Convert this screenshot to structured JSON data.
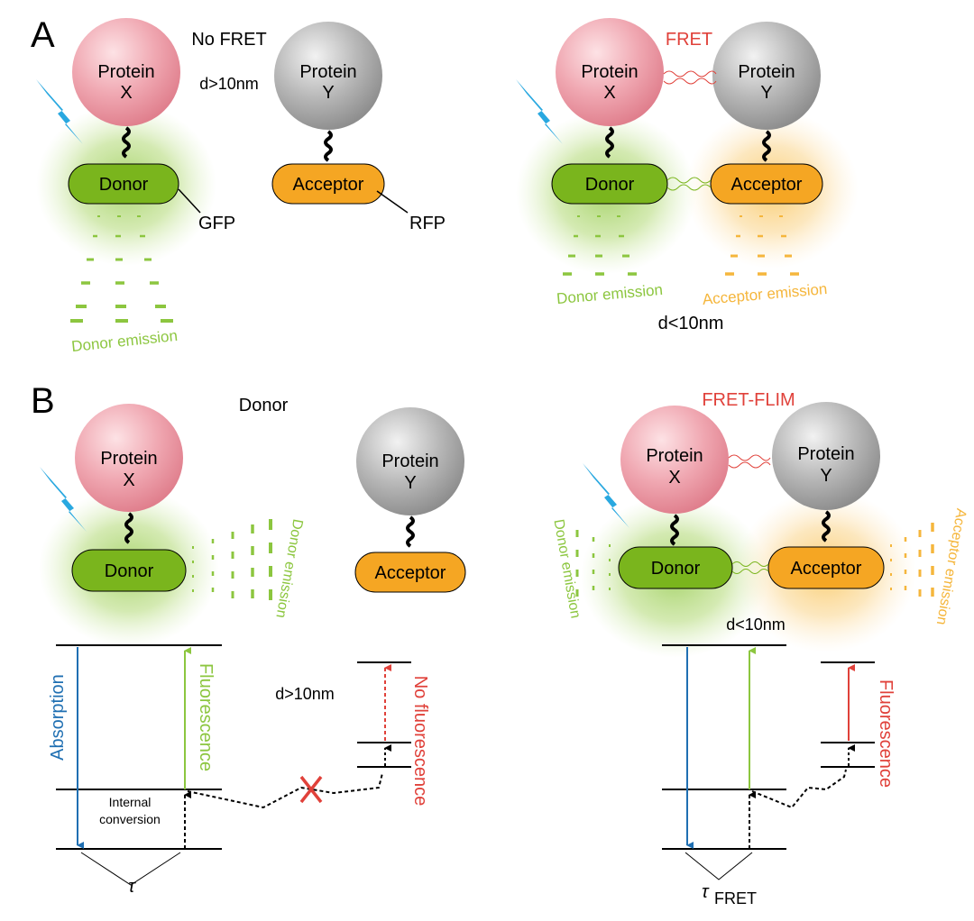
{
  "panels": {
    "A": {
      "letter": "A",
      "left": {
        "condition_label": "No FRET",
        "distance_label": "d>10nm",
        "protein_x": {
          "line1": "Protein",
          "line2": "X"
        },
        "protein_y": {
          "line1": "Protein",
          "line2": "Y"
        },
        "donor_label": "Donor",
        "acceptor_label": "Acceptor",
        "gfp_label": "GFP",
        "rfp_label": "RFP",
        "donor_emission_label": "Donor emission"
      },
      "right": {
        "condition_label": "FRET",
        "distance_label": "d<10nm",
        "protein_x": {
          "line1": "Protein",
          "line2": "X"
        },
        "protein_y": {
          "line1": "Protein",
          "line2": "Y"
        },
        "donor_label": "Donor",
        "acceptor_label": "Acceptor",
        "donor_emission_label": "Donor emission",
        "acceptor_emission_label": "Acceptor emission"
      }
    },
    "B": {
      "letter": "B",
      "left": {
        "condition_label": "Donor",
        "distance_label": "d>10nm",
        "protein_x": {
          "line1": "Protein",
          "line2": "X"
        },
        "protein_y": {
          "line1": "Protein",
          "line2": "Y"
        },
        "donor_label": "Donor",
        "acceptor_label": "Acceptor",
        "donor_emission_label": "Donor emission",
        "absorption_label": "Absorption",
        "fluorescence_label": "Fluorescence",
        "no_fluorescence_label": "No fluorescence",
        "internal_conversion_line1": "Internal",
        "internal_conversion_line2": "conversion",
        "tau_label": "τ"
      },
      "right": {
        "condition_label": "FRET-FLIM",
        "distance_label": "d<10nm",
        "protein_x": {
          "line1": "Protein",
          "line2": "X"
        },
        "protein_y": {
          "line1": "Protein",
          "line2": "Y"
        },
        "donor_label": "Donor",
        "acceptor_label": "Acceptor",
        "donor_emission_label": "Donor emission",
        "acceptor_emission_label": "Acceptor emission",
        "fluorescence_label": "Fluorescence",
        "tau_label": "τ",
        "tau_subscript": "FRET"
      }
    }
  },
  "colors": {
    "donor_green": "#7ab51d",
    "donor_glow": "#8cc63f",
    "acceptor_orange": "#f5a623",
    "acceptor_glow": "#f7b733",
    "protein_x_pink": "#f0a8b2",
    "protein_y_gray": "#b5b5b5",
    "fret_red": "#e0413a",
    "absorption_blue": "#1f6fb2",
    "lightning_blue": "#29a8e0",
    "emission_green": "#8cc63f",
    "emission_orange": "#f5b63c"
  },
  "icons": {
    "excitation": "lightning-bolt-icon",
    "blocked_transfer": "red-x-icon"
  }
}
